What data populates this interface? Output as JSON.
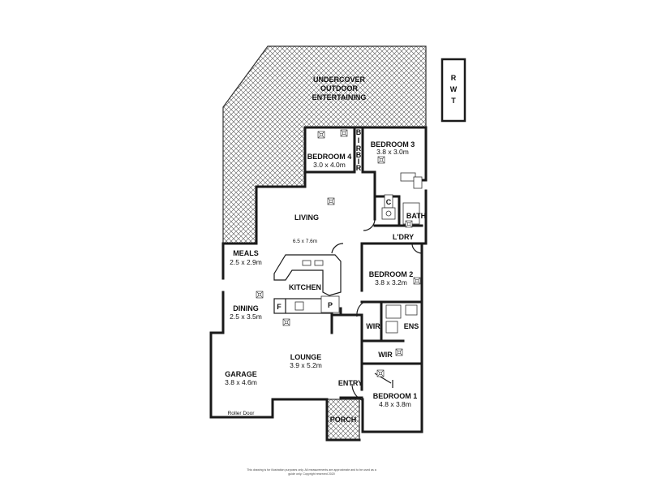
{
  "rooms": {
    "outdoor": {
      "line1": "UNDERCOVER",
      "line2": "OUTDOOR",
      "line3": "ENTERTAINING"
    },
    "rwt": {
      "l1": "R",
      "l2": "W",
      "l3": "T"
    },
    "bedroom4": {
      "name": "BEDROOM 4",
      "dims": "3.0 x 4.0m"
    },
    "bedroom3": {
      "name": "BEDROOM 3",
      "dims": "3.8 x 3.0m"
    },
    "bir": {
      "l1": "B",
      "l2": "I",
      "l3": "R"
    },
    "living": {
      "name": "LIVING",
      "dims": "6.5 x 7.6m"
    },
    "meals": {
      "name": "MEALS",
      "dims": "2.5 x 2.9m"
    },
    "kitchen": {
      "name": "KITCHEN",
      "fridge": "F",
      "pantry": "P"
    },
    "dining": {
      "name": "DINING",
      "dims": "2.5 x 3.5m"
    },
    "bath": {
      "name": "BATH",
      "c": "C"
    },
    "laundry": {
      "name": "L'DRY"
    },
    "bedroom2": {
      "name": "BEDROOM 2",
      "dims": "3.8 x 3.2m"
    },
    "wir1": {
      "name": "WIR"
    },
    "ens": {
      "name": "ENS"
    },
    "wir2": {
      "name": "WIR"
    },
    "lounge": {
      "name": "LOUNGE",
      "dims": "3.9 x 5.2m"
    },
    "garage": {
      "name": "GARAGE",
      "dims": "3.8 x 4.6m",
      "door": "Roller Door"
    },
    "entry": {
      "name": "ENTRY"
    },
    "porch": {
      "name": "PORCH"
    },
    "bedroom1": {
      "name": "BEDROOM 1",
      "dims": "4.8 x 3.8m"
    }
  },
  "disclaimer": {
    "line1": "This drawing is for illustration purposes only. All measurements are approximate and to be used as a",
    "line2": "guide only. Copyright reserved 2020"
  },
  "colors": {
    "walls": "#1a1a1a",
    "hatch": "#555555"
  }
}
